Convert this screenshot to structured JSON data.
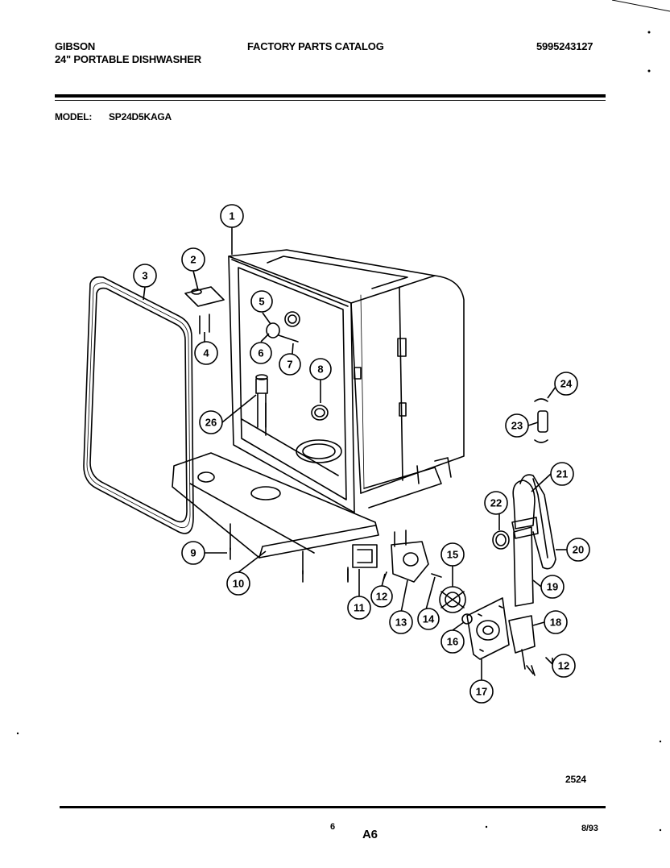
{
  "header": {
    "brand": "GIBSON",
    "product": "24\" PORTABLE DISHWASHER",
    "catalog": "FACTORY PARTS CATALOG",
    "catalog_number": "5995243127",
    "model_label": "MODEL:",
    "model_number": "SP24D5KAGA"
  },
  "diagram": {
    "callouts": [
      "1",
      "2",
      "3",
      "4",
      "5",
      "6",
      "7",
      "8",
      "9",
      "10",
      "11",
      "12",
      "13",
      "14",
      "15",
      "16",
      "17",
      "18",
      "19",
      "20",
      "21",
      "22",
      "23",
      "24",
      "26",
      "12"
    ],
    "drawing_number": "2524"
  },
  "footer": {
    "page_mark": "6",
    "page_code": "A6",
    "date": "8/93"
  },
  "colors": {
    "ink": "#000000",
    "paper": "#ffffff"
  }
}
